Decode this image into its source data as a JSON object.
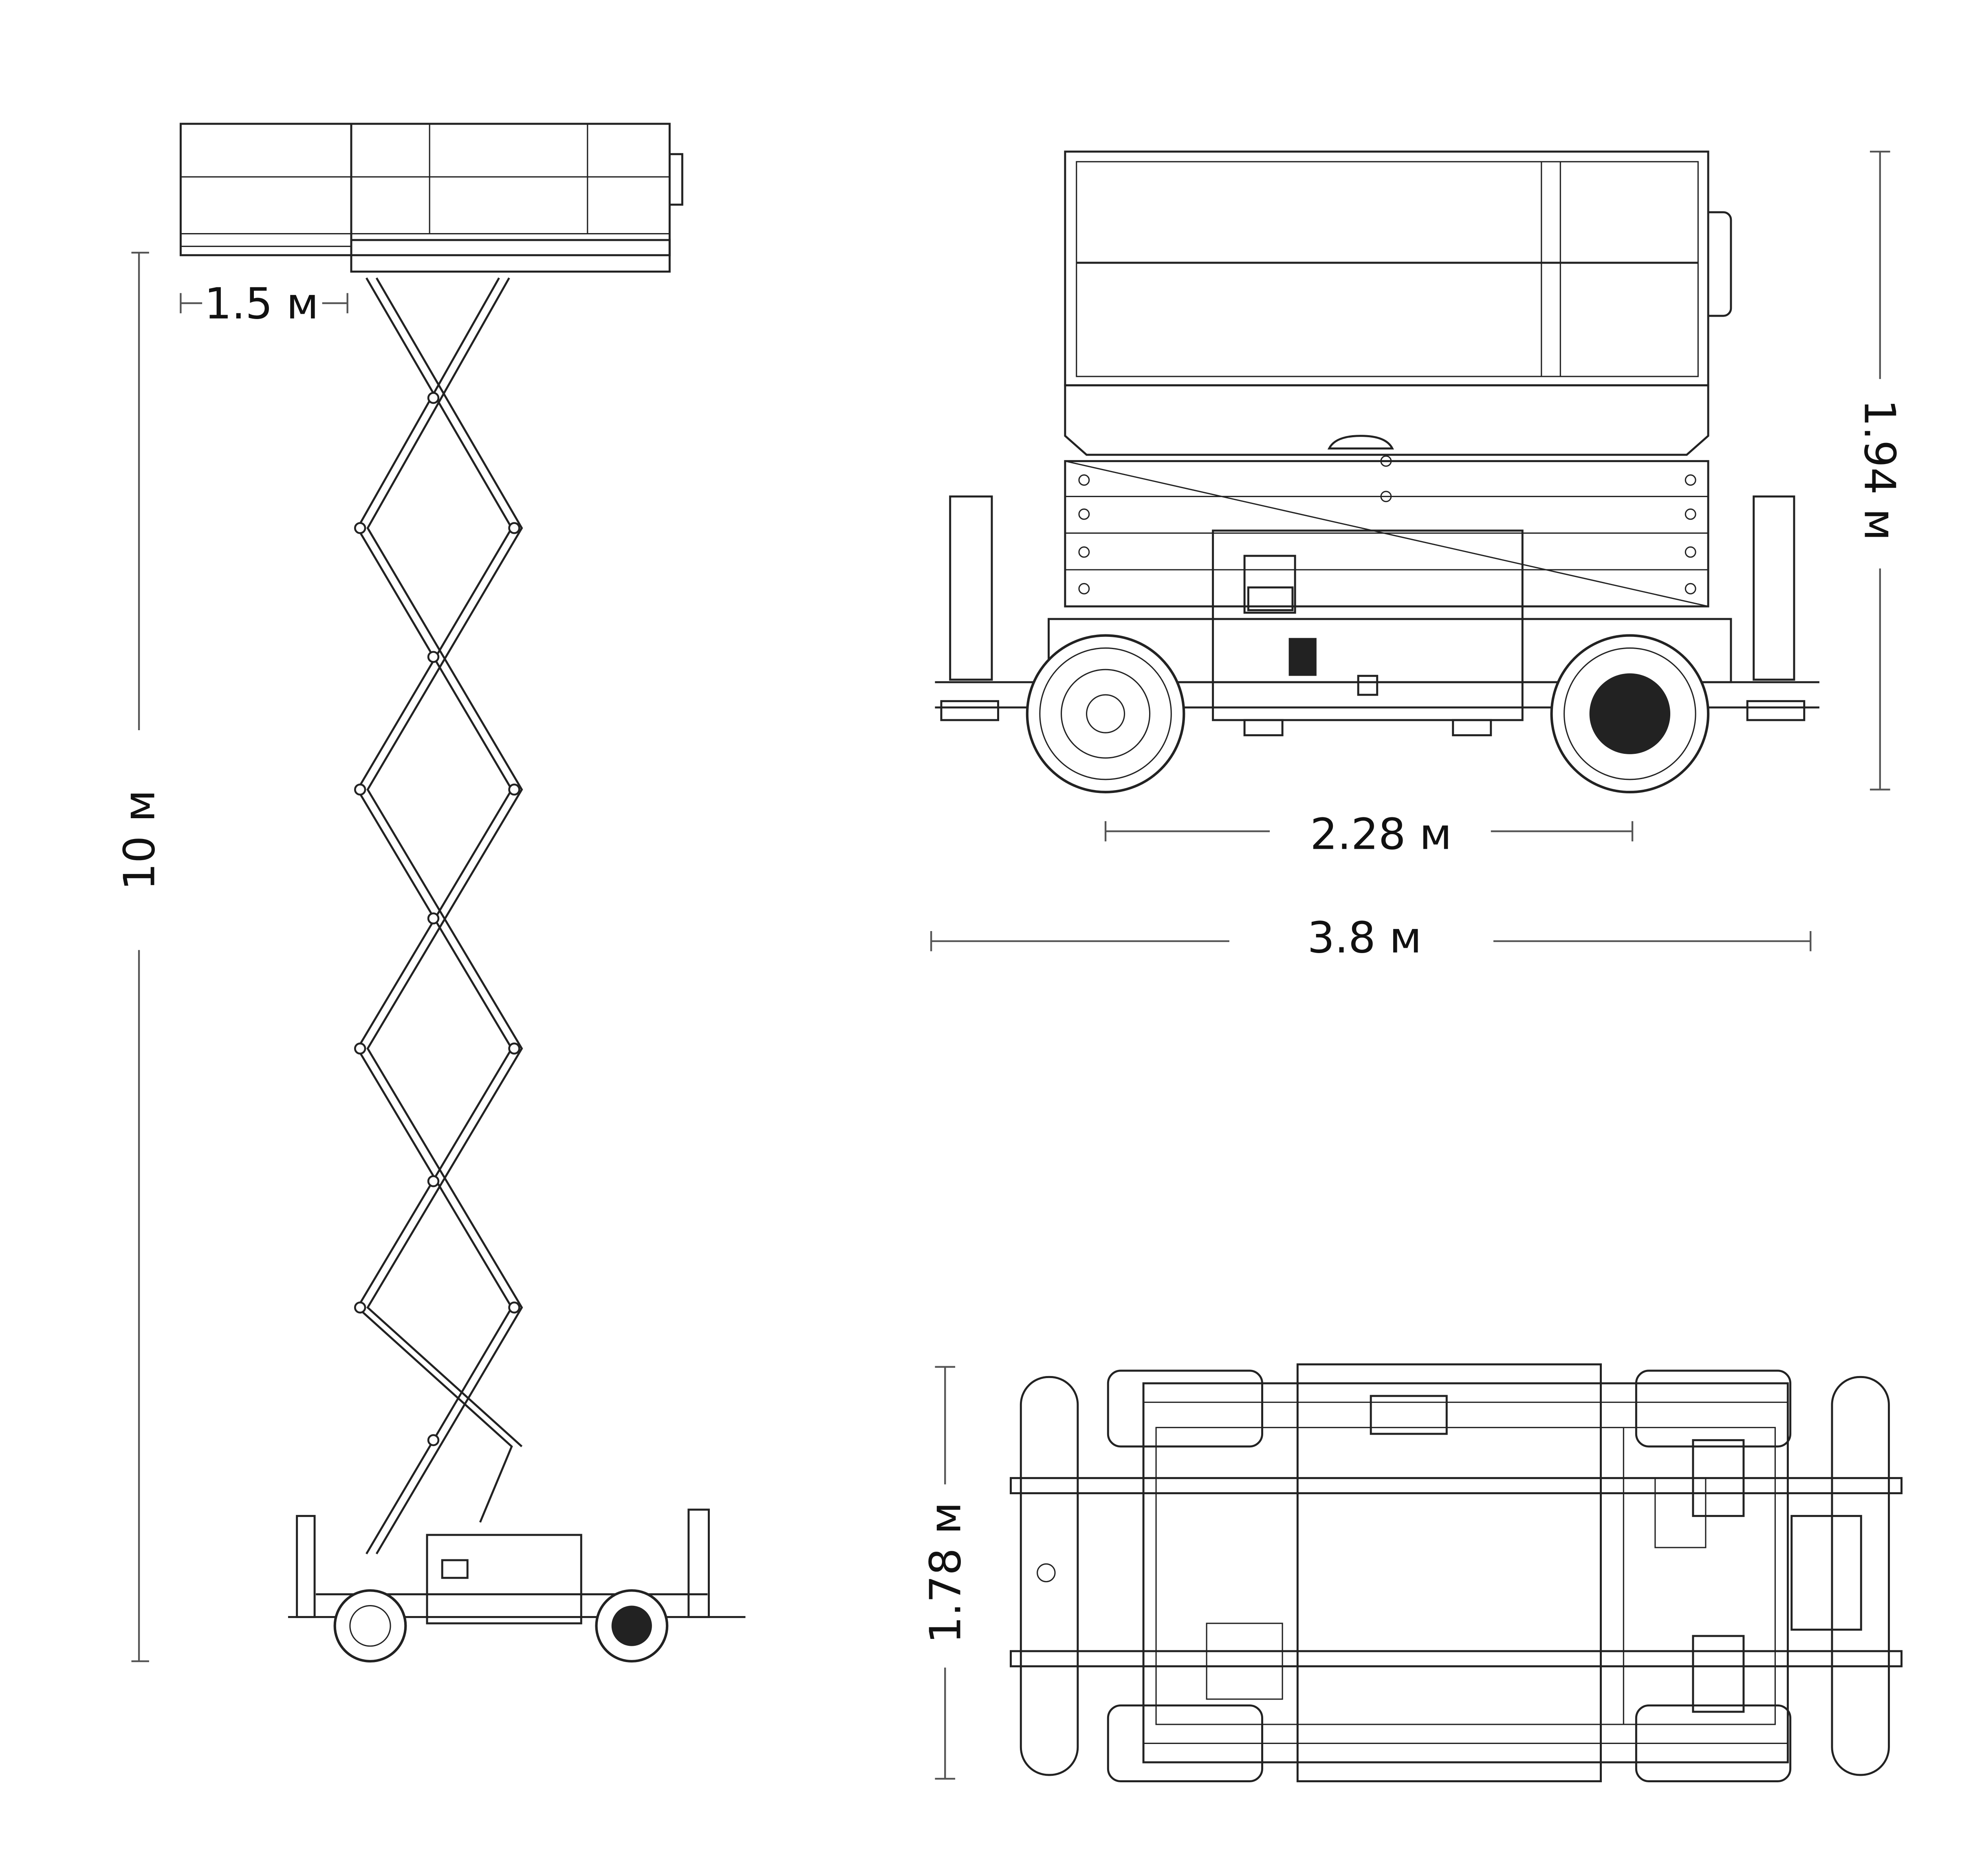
{
  "title": "Scissor lift dimensions",
  "side_view": {
    "platform_extension_label": "1.5 м",
    "working_height_label": "10 м"
  },
  "front_view": {
    "stowed_height_label": "1.94 м",
    "wheelbase_label": "2.28 м",
    "overall_length_label": "3.8 м"
  },
  "top_view": {
    "overall_width_label": "1.78 м"
  }
}
